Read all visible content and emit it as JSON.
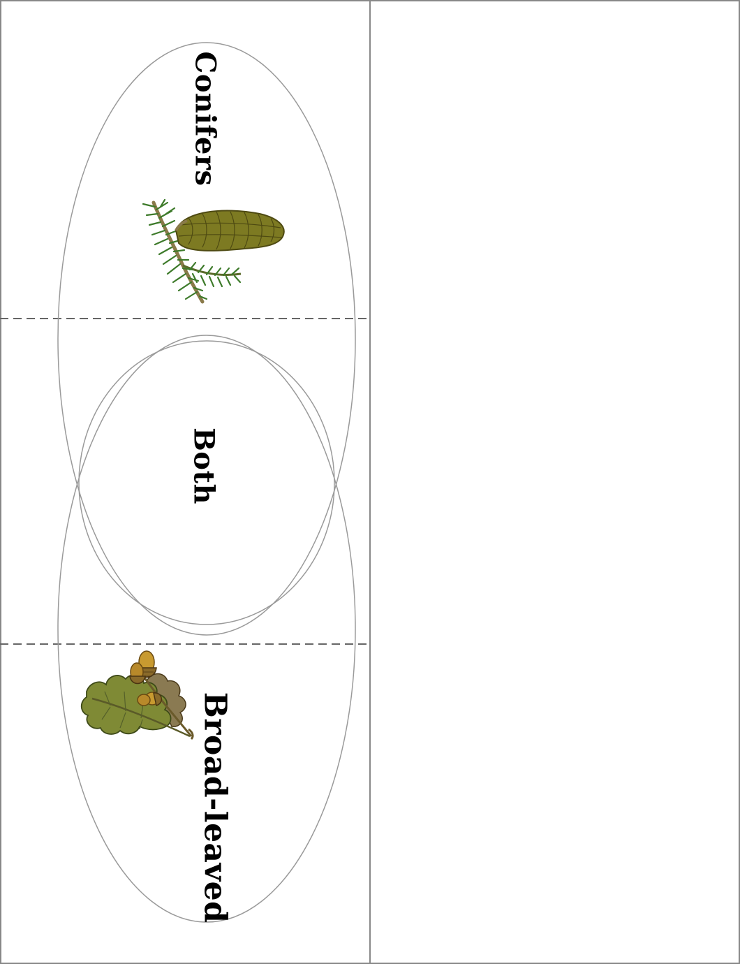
{
  "venn": {
    "top_set_label": "Conifers",
    "overlap_label": "Both",
    "bottom_set_label": "Broad-leaved"
  },
  "illustrations": {
    "top": "pine-cone-branch-icon",
    "bottom": "oak-leaf-acorns-icon"
  },
  "colors": {
    "outline": "#9a9a9a",
    "page_border": "#888888",
    "fold_line": "#666666",
    "pine_needles": "#3d7a2a",
    "pine_cone": "#7d7a22",
    "oak_leaf": "#7f8a35",
    "acorn": "#b8892a"
  }
}
